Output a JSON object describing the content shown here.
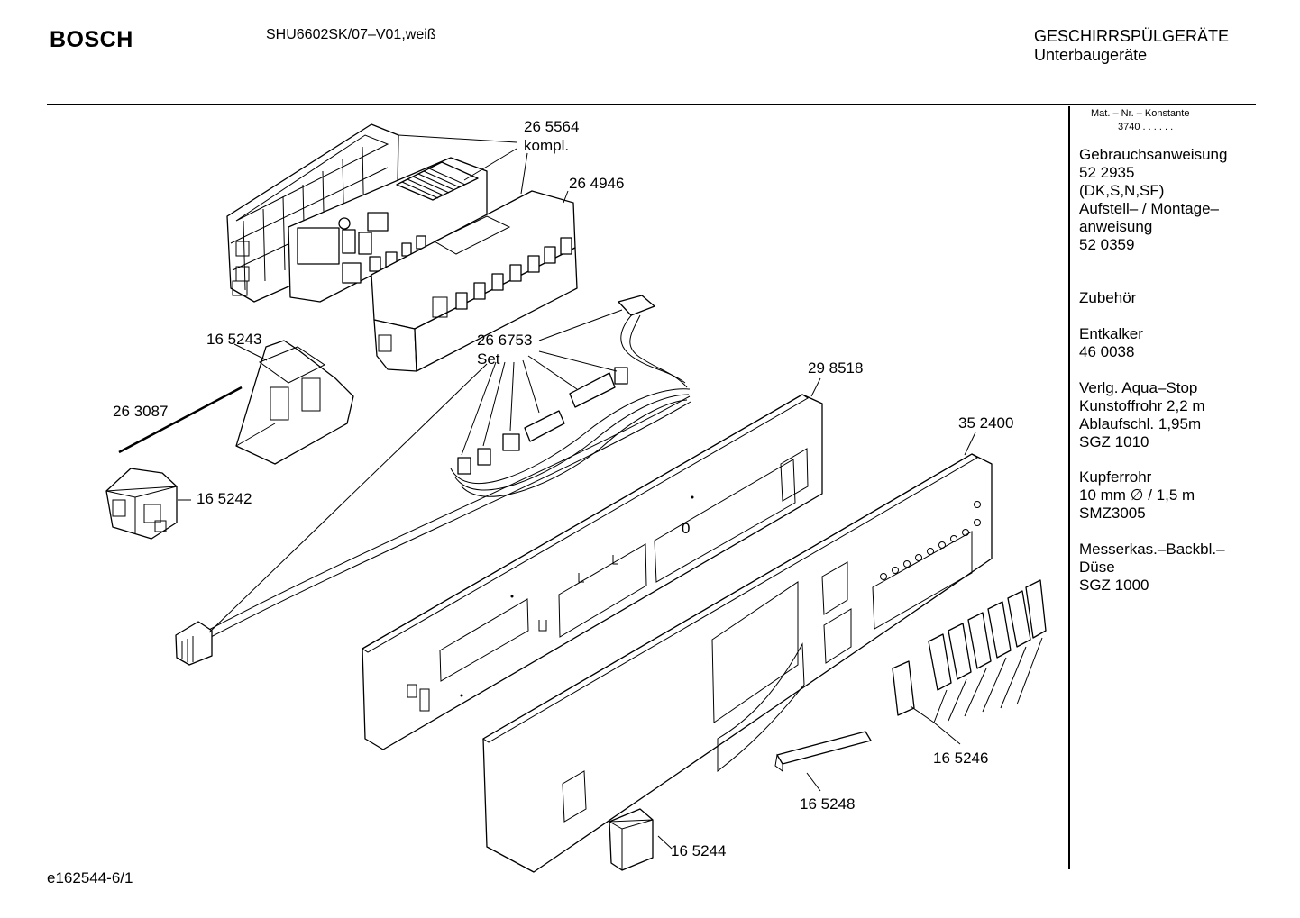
{
  "header": {
    "brand": "BOSCH",
    "model": "SHU6602SK/07–V01,weiß",
    "category_line1": "GESCHIRRSPÜLGERÄTE",
    "category_line2": "Unterbaugeräte"
  },
  "sidebar": {
    "mat_header": "Mat. – Nr. – Konstante",
    "mat_value": "3740 . . . . . .",
    "lines": [
      "Gebrauchsanweisung",
      "52 2935",
      "(DK,S,N,SF)",
      "Aufstell– / Montage–",
      "anweisung",
      "52 0359",
      "Zubehör",
      "Entkalker",
      "46 0038",
      "Verlg. Aqua–Stop",
      "Kunstoffrohr 2,2 m",
      "Ablaufschl. 1,95m",
      "SGZ 1010",
      "Kupferrohr",
      "10 mm ∅ / 1,5 m",
      "SMZ3005",
      "Messerkas.–Backbl.–",
      "Düse",
      "SGZ 1000"
    ]
  },
  "parts": {
    "p265564": "26 5564",
    "p265564b": "kompl.",
    "p264946": "26 4946",
    "p165243": "16 5243",
    "p266753": "26 6753",
    "p266753b": "Set",
    "p298518": "29 8518",
    "p263087": "26 3087",
    "p352400": "35 2400",
    "p165242": "16 5242",
    "p165246": "16 5246",
    "p165248": "16 5248",
    "p165244": "16 5244",
    "panel_mark": "0"
  },
  "footer": {
    "code": "e162544-6/1"
  }
}
